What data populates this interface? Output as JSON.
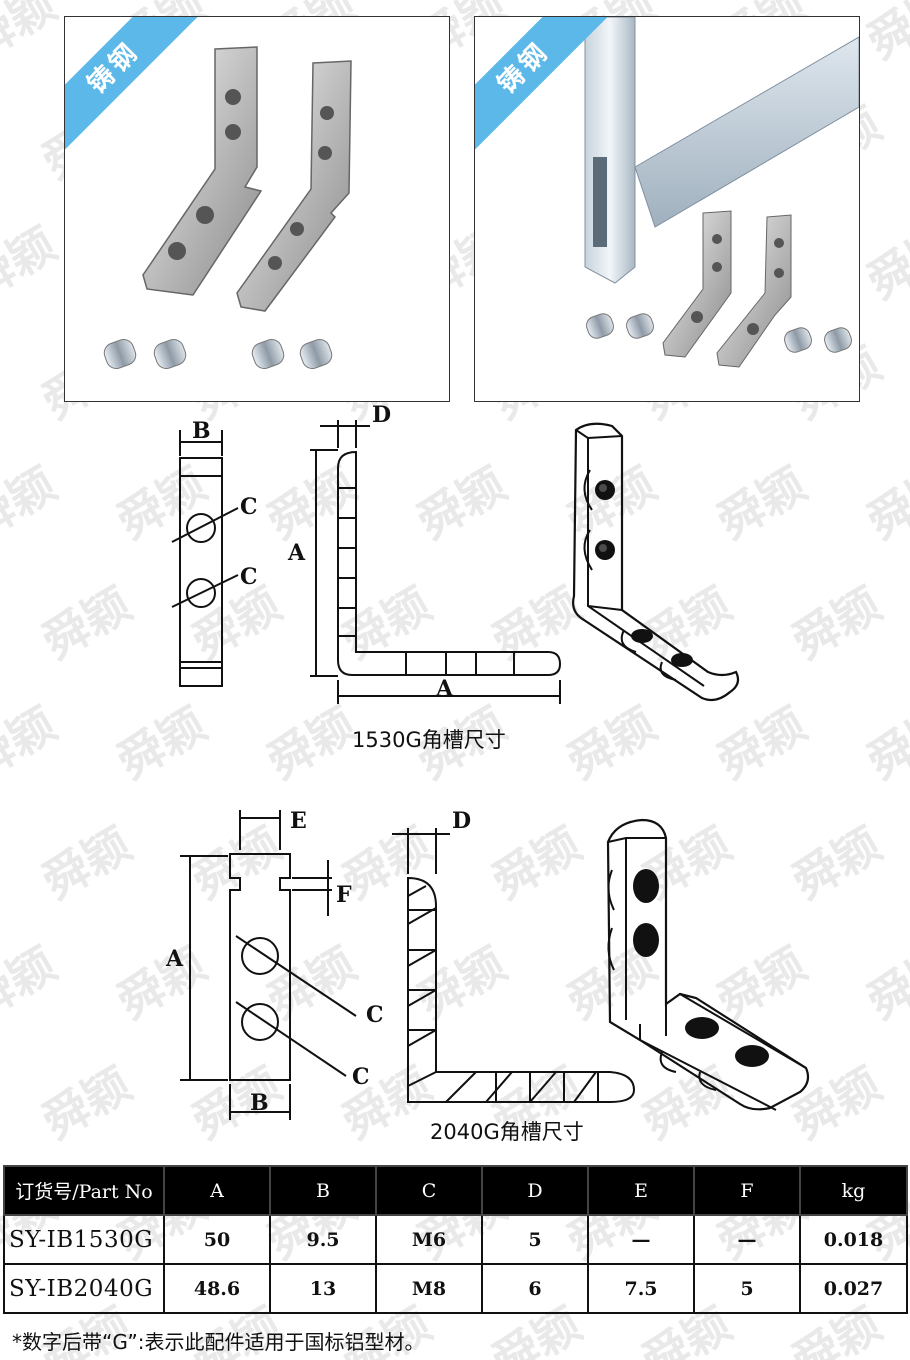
{
  "watermark_text": "舜颖",
  "photos": [
    {
      "badge": "铸钢"
    },
    {
      "badge": "铸钢"
    }
  ],
  "diagram_1530": {
    "caption": "1530G角槽尺寸",
    "labels": {
      "B": "B",
      "C1": "C",
      "C2": "C",
      "D": "D",
      "A_vert": "A",
      "A_horiz": "A"
    }
  },
  "diagram_2040": {
    "caption": "2040G角槽尺寸",
    "labels": {
      "E": "E",
      "F": "F",
      "A": "A",
      "B": "B",
      "C1": "C",
      "C2": "C",
      "D": "D"
    }
  },
  "table": {
    "headers": [
      "订货号/Part No",
      "A",
      "B",
      "C",
      "D",
      "E",
      "F",
      "kg"
    ],
    "rows": [
      [
        "SY-IB1530G",
        "50",
        "9.5",
        "M6",
        "5",
        "—",
        "—",
        "0.018"
      ],
      [
        "SY-IB2040G",
        "48.6",
        "13",
        "M8",
        "6",
        "7.5",
        "5",
        "0.027"
      ]
    ]
  },
  "footnote": "*数字后带“G”:表示此配件适用于国标铝型材。"
}
